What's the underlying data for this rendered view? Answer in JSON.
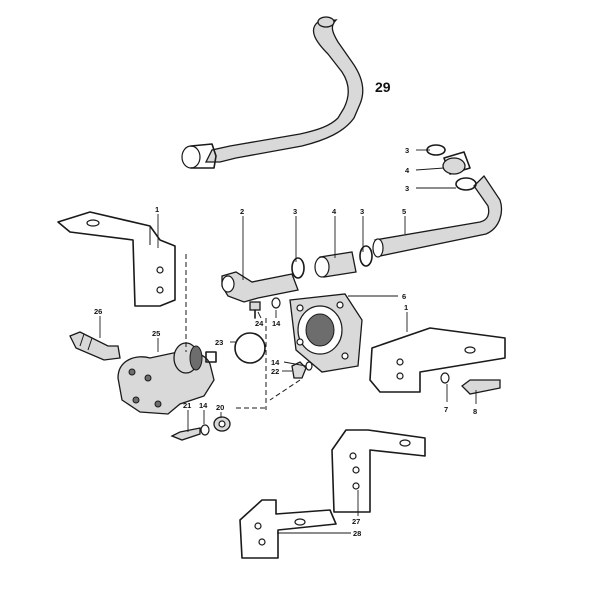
{
  "labels": {
    "l29": "29",
    "l1a": "1",
    "l1b": "1",
    "l2": "2",
    "l3a": "3",
    "l3b": "3",
    "l3c": "3",
    "l3d": "3",
    "l4a": "4",
    "l4b": "4",
    "l5": "5",
    "l6": "6",
    "l7": "7",
    "l8": "8",
    "l14a": "14",
    "l14b": "14",
    "l14c": "14",
    "l20": "20",
    "l21": "21",
    "l22": "22",
    "l23": "23",
    "l24": "24",
    "l25": "25",
    "l26": "26",
    "l27": "27",
    "l28": "28"
  }
}
